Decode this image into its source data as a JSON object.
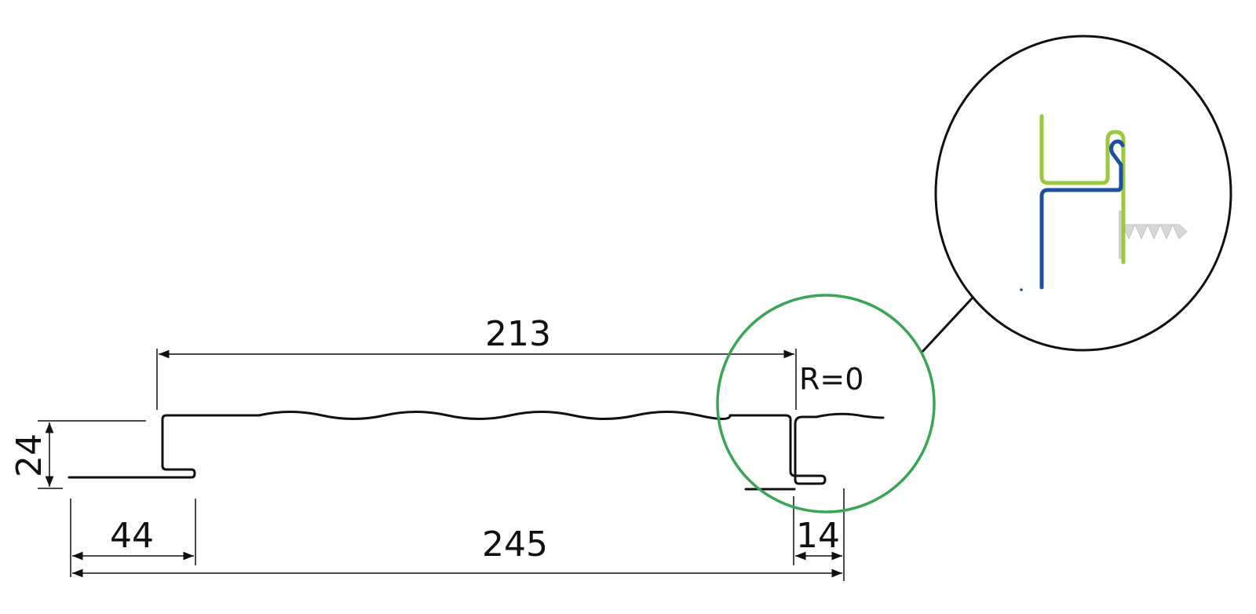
{
  "dimensions": {
    "top_width": "213",
    "height": "24",
    "left_flange": "44",
    "total_width": "245",
    "lock_width": "14",
    "radius": "R=0"
  },
  "colors": {
    "line": "#111111",
    "highlight_circle": "#3aa655",
    "detail_outer_sheet": "#9bc83c",
    "detail_inner_sheet": "#1f4fa0",
    "fastener": "#cfcfcf"
  }
}
